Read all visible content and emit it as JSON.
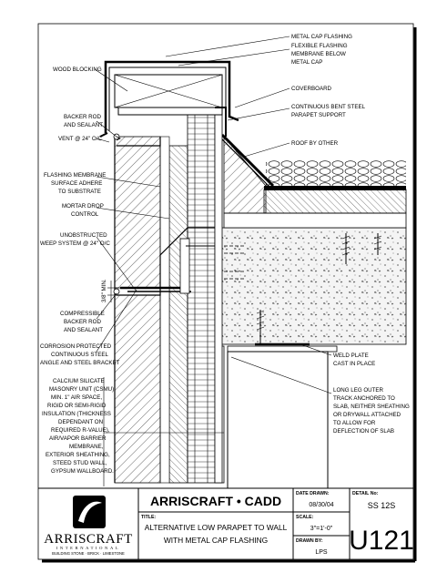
{
  "labels": {
    "metal_cap_flashing": "METAL CAP FLASHING",
    "flexible_flashing_1": "FLEXIBLE FLASHING",
    "flexible_flashing_2": "MEMBRANE BELOW",
    "flexible_flashing_3": "METAL CAP",
    "wood_blocking": "WOOD BLOCKING",
    "coverboard": "COVERBOARD",
    "steel_support_1": "CONTINUOUS BENT STEEL",
    "steel_support_2": "PARAPET SUPPORT",
    "backer_rod_1": "BACKER ROD",
    "backer_rod_2": "AND SEALANT",
    "vent": "VENT @ 24\" O/C",
    "roof_by_other": "ROOF BY OTHER",
    "flashing_membrane_1": "FLASHING MEMBRANE",
    "flashing_membrane_2": "SURFACE ADHERE",
    "flashing_membrane_3": "TO SUBSTRATE",
    "mortar_drop_1": "MORTAR DROP",
    "mortar_drop_2": "CONTROL",
    "weep_1": "UNOBSTRUCTED",
    "weep_2": "WEEP SYSTEM @ 24\" O/C",
    "dim_min": "3/8\" MIN.",
    "compressible_1": "COMPRESSIBLE",
    "compressible_2": "BACKER ROD",
    "compressible_3": "AND SEALANT",
    "corrosion_1": "CORROSION PROTECTED",
    "corrosion_2": "CONTINUOUS STEEL",
    "corrosion_3": "ANGLE AND STEEL BRACKET",
    "weld_plate_1": "WELD PLATE",
    "weld_plate_2": "CAST IN PLACE",
    "long_leg_1": "LONG LEG OUTER",
    "long_leg_2": "TRACK ANCHORED TO",
    "long_leg_3": "SLAB, NEITHER SHEATHING",
    "long_leg_4": "OR DRYWALL ATTACHED",
    "long_leg_5": "TO ALLOW FOR",
    "long_leg_6": "DEFLECTION OF SLAB",
    "wall_1": "CALCIUM SILICATE",
    "wall_2": "MASONRY UNIT (CSMU),",
    "wall_3": "MIN. 1\" AIR SPACE,",
    "wall_4": "RIGID OR SEMI-RIGID",
    "wall_5": "INSULATION (THICKNESS",
    "wall_6": "DEPENDANT ON",
    "wall_7": "REQUIRED R-VALUE),",
    "wall_8": "AIR/VAPOR BARRIER",
    "wall_9": "MEMBRANE,",
    "wall_10": "EXTERIOR SHEATHING,",
    "wall_11": "STEED STUD WALL,",
    "wall_12": "GYPSUM WALLBOARD."
  },
  "title_block": {
    "company_title": "ARRISCRAFT • CADD",
    "logo_name": "ARRISCRAFT",
    "logo_sub": "INTERNATIONAL",
    "logo_tag": "BUILDING STONE · BRICK · LIMESTONE",
    "title_label": "TITLE:",
    "title_line1": "ALTERNATIVE LOW PARAPET TO WALL",
    "title_line2": "WITH METAL CAP FLASHING",
    "date_label": "DATE DRAWN:",
    "date_value": "08/30/04",
    "scale_label": "SCALE:",
    "scale_value": "3\"=1'-0\"",
    "drawn_label": "DRAWN BY:",
    "drawn_value": "LPS",
    "detail_label": "DETAIL No:",
    "detail_value": "SS 12S",
    "sheet_number": "U121"
  }
}
